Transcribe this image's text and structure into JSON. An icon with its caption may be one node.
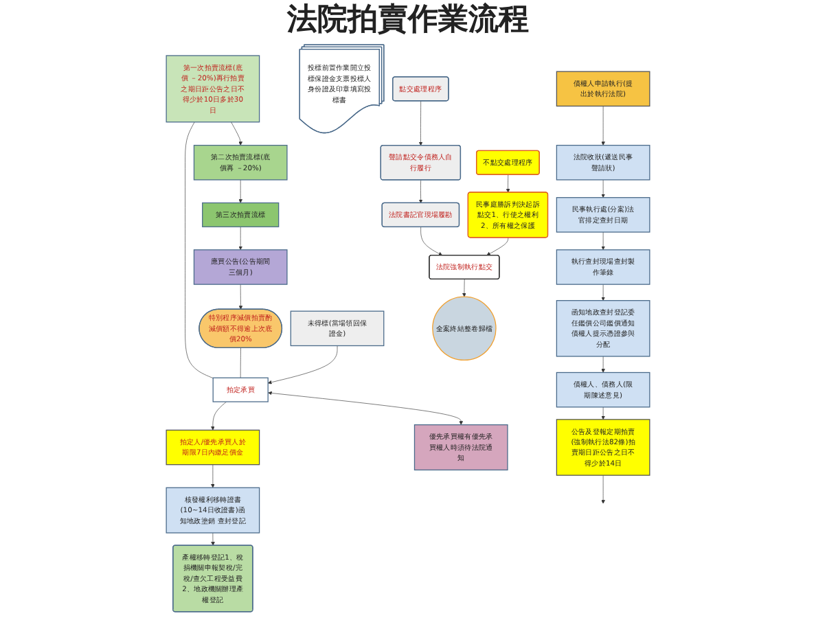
{
  "diagram": {
    "title": "法院拍賣作業流程",
    "nodes": [
      {
        "text": [
          "債權人申請執行(提出於執行法院)"
        ]
      },
      {
        "text": [
          "法院收狀(遞送民事聲請狀)"
        ]
      },
      {
        "text": [
          "民事執行處(分案)法官排定查封日期"
        ]
      },
      {
        "text": [
          "執行查封現場查封製作筆錄"
        ]
      },
      {
        "text": [
          "函知地政查封登記委任鑑價公司鑑價通知債權人提示憑證參與分配"
        ]
      },
      {
        "text": [
          "債權人、債務人(限期陳述意見)"
        ]
      },
      {
        "text": [
          "公告及登報定期拍賣(強制執行法82條)拍賣期日距公告之日不得少於14日"
        ]
      },
      {
        "text": [
          "投標前置作業開立投標保證金支票投標人身份證及印章填寫投標書"
        ]
      },
      {
        "text": [
          "第一次拍賣流標(底價 －20%)再行拍賣之期日距公告之日不得少於10日多於30日"
        ]
      },
      {
        "text": [
          "第二次拍賣流標(底價再 －20%)"
        ]
      },
      {
        "text": [
          "第三次拍賣流標"
        ]
      },
      {
        "text": [
          "應買公告(公告期間三個月)"
        ]
      },
      {
        "text": [
          "特別程序減價拍賣酌減價額不得逾上次底價20%"
        ]
      },
      {
        "text": [
          "未得標(當場領回保證金)"
        ]
      },
      {
        "text": [
          "拍定承買"
        ]
      },
      {
        "text": [
          "優先承買權有優先承買權人時須待法院通知"
        ]
      },
      {
        "text": [
          "拍定人/優先承買人於期限7日內繳足價金"
        ]
      },
      {
        "text": [
          "核發權利移轉證書(10~14日收證書)函知地政塗銷 查封登記"
        ]
      },
      {
        "text": [
          "產權移轉登記1、稅捐機關申報契稅/完稅/查欠工程受益費2、地政機關辦理產權登記"
        ]
      },
      {
        "text": [
          "點交處理程序"
        ]
      },
      {
        "text": [
          "聲請點交令債務人自行履行"
        ]
      },
      {
        "text": [
          "法院書記官現場履勘"
        ]
      },
      {
        "text": [
          "法院強制執行點交"
        ]
      },
      {
        "text": [
          "全案終結整卷歸檔"
        ]
      },
      {
        "text": [
          "不點交處理程序"
        ]
      },
      {
        "text": [
          "民事庭勝訴判決起訴點交1、行使之權利2、所有權之保護"
        ]
      }
    ],
    "edges": [
      {
        "from": 0,
        "to": 1,
        "arrow": "to"
      },
      {
        "from": 1,
        "to": 2,
        "arrow": "to"
      },
      {
        "from": 2,
        "to": 3,
        "arrow": "to"
      },
      {
        "from": 3,
        "to": 4,
        "arrow": "to"
      },
      {
        "from": 4,
        "to": 5,
        "arrow": "to"
      },
      {
        "from": 5,
        "to": 6,
        "arrow": "to"
      },
      {
        "from": 6,
        "to": null,
        "arrow": "to"
      },
      {
        "from": 8,
        "to": 9,
        "arrow": "to"
      },
      {
        "from": 9,
        "to": 10,
        "arrow": "to"
      },
      {
        "from": 10,
        "to": 11,
        "arrow": "to"
      },
      {
        "from": 11,
        "to": 12,
        "arrow": "to"
      },
      {
        "from": 8,
        "to": 14,
        "arrow": "none"
      },
      {
        "from": 12,
        "to": 14,
        "arrow": "none"
      },
      {
        "from": 13,
        "to": 14,
        "arrow": "to"
      },
      {
        "from": 14,
        "to": 15,
        "arrow": "both"
      },
      {
        "from": 14,
        "to": 16,
        "arrow": "to"
      },
      {
        "from": 16,
        "to": 17,
        "arrow": "to"
      },
      {
        "from": 17,
        "to": 18,
        "arrow": "to"
      },
      {
        "from": 19,
        "to": 20,
        "arrow": "to"
      },
      {
        "from": 20,
        "to": 21,
        "arrow": "to"
      },
      {
        "from": 21,
        "to": 22,
        "arrow": "to"
      },
      {
        "from": 22,
        "to": 23,
        "arrow": "to"
      },
      {
        "from": 24,
        "to": 25,
        "arrow": "to"
      },
      {
        "from": 25,
        "to": 22,
        "arrow": "to"
      }
    ]
  }
}
